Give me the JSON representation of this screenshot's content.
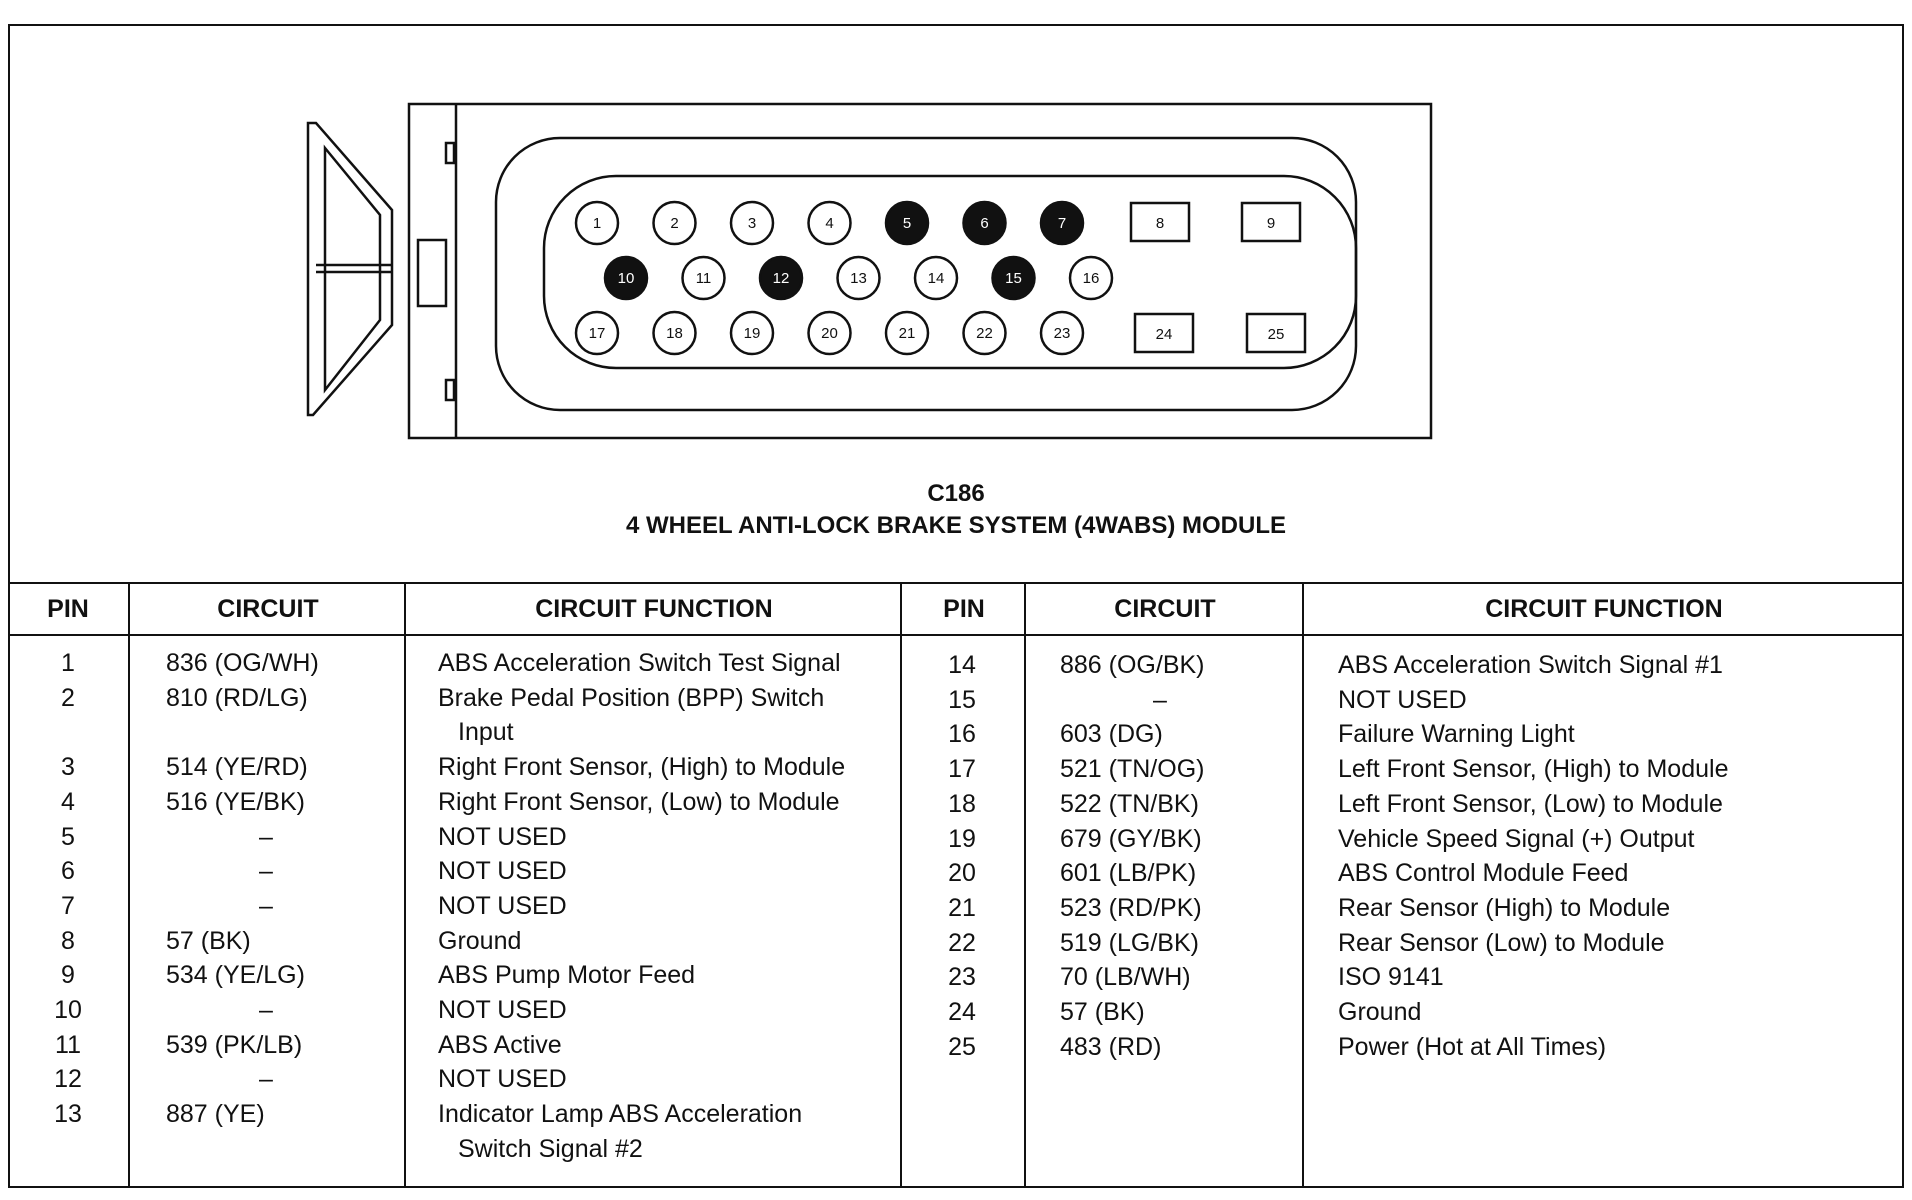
{
  "connector": {
    "id": "C186",
    "name": "4 WHEEL ANTI-LOCK BRAKE SYSTEM (4WABS) MODULE",
    "round_pins": [
      {
        "n": "1",
        "filled": false
      },
      {
        "n": "2",
        "filled": false
      },
      {
        "n": "3",
        "filled": false
      },
      {
        "n": "4",
        "filled": false
      },
      {
        "n": "5",
        "filled": true
      },
      {
        "n": "6",
        "filled": true
      },
      {
        "n": "7",
        "filled": true
      },
      {
        "n": "10",
        "filled": true
      },
      {
        "n": "11",
        "filled": false
      },
      {
        "n": "12",
        "filled": true
      },
      {
        "n": "13",
        "filled": false
      },
      {
        "n": "14",
        "filled": false
      },
      {
        "n": "15",
        "filled": true
      },
      {
        "n": "16",
        "filled": false
      },
      {
        "n": "17",
        "filled": false
      },
      {
        "n": "18",
        "filled": false
      },
      {
        "n": "19",
        "filled": false
      },
      {
        "n": "20",
        "filled": false
      },
      {
        "n": "21",
        "filled": false
      },
      {
        "n": "22",
        "filled": false
      },
      {
        "n": "23",
        "filled": false
      }
    ],
    "square_pins": [
      "8",
      "9",
      "24",
      "25"
    ]
  },
  "table": {
    "headers": {
      "pin": "PIN",
      "circuit": "CIRCUIT",
      "function": "CIRCUIT FUNCTION"
    },
    "left": [
      {
        "pin": "1",
        "circuit": "836 (OG/WH)",
        "function": "ABS Acceleration Switch Test Signal"
      },
      {
        "pin": "2",
        "circuit": "810 (RD/LG)",
        "function": "Brake Pedal Position (BPP) Switch",
        "function2": "Input"
      },
      {
        "pin": "3",
        "circuit": "514 (YE/RD)",
        "function": "Right Front Sensor, (High) to Module"
      },
      {
        "pin": "4",
        "circuit": "516 (YE/BK)",
        "function": "Right Front Sensor, (Low) to Module"
      },
      {
        "pin": "5",
        "circuit": "–",
        "function": "NOT USED"
      },
      {
        "pin": "6",
        "circuit": "–",
        "function": "NOT USED"
      },
      {
        "pin": "7",
        "circuit": "–",
        "function": "NOT USED"
      },
      {
        "pin": "8",
        "circuit": "57 (BK)",
        "function": "Ground"
      },
      {
        "pin": "9",
        "circuit": "534 (YE/LG)",
        "function": "ABS Pump Motor Feed"
      },
      {
        "pin": "10",
        "circuit": "–",
        "function": "NOT USED"
      },
      {
        "pin": "11",
        "circuit": "539 (PK/LB)",
        "function": "ABS Active"
      },
      {
        "pin": "12",
        "circuit": "–",
        "function": "NOT USED"
      },
      {
        "pin": "13",
        "circuit": "887 (YE)",
        "function": "Indicator Lamp ABS Acceleration",
        "function2": "Switch Signal #2"
      }
    ],
    "right": [
      {
        "pin": "14",
        "circuit": "886 (OG/BK)",
        "function": "ABS Acceleration Switch Signal #1"
      },
      {
        "pin": "15",
        "circuit": "–",
        "function": "NOT USED"
      },
      {
        "pin": "16",
        "circuit": "603 (DG)",
        "function": "Failure Warning Light"
      },
      {
        "pin": "17",
        "circuit": "521 (TN/OG)",
        "function": "Left Front Sensor, (High) to Module"
      },
      {
        "pin": "18",
        "circuit": "522 (TN/BK)",
        "function": "Left Front Sensor, (Low) to Module"
      },
      {
        "pin": "19",
        "circuit": "679 (GY/BK)",
        "function": "Vehicle Speed Signal (+) Output"
      },
      {
        "pin": "20",
        "circuit": "601 (LB/PK)",
        "function": "ABS Control Module Feed"
      },
      {
        "pin": "21",
        "circuit": "523 (RD/PK)",
        "function": "Rear Sensor (High) to Module"
      },
      {
        "pin": "22",
        "circuit": "519 (LG/BK)",
        "function": "Rear Sensor (Low) to Module"
      },
      {
        "pin": "23",
        "circuit": "70 (LB/WH)",
        "function": "ISO 9141"
      },
      {
        "pin": "24",
        "circuit": "57 (BK)",
        "function": "Ground"
      },
      {
        "pin": "25",
        "circuit": "483 (RD)",
        "function": "Power (Hot at All Times)"
      }
    ]
  }
}
